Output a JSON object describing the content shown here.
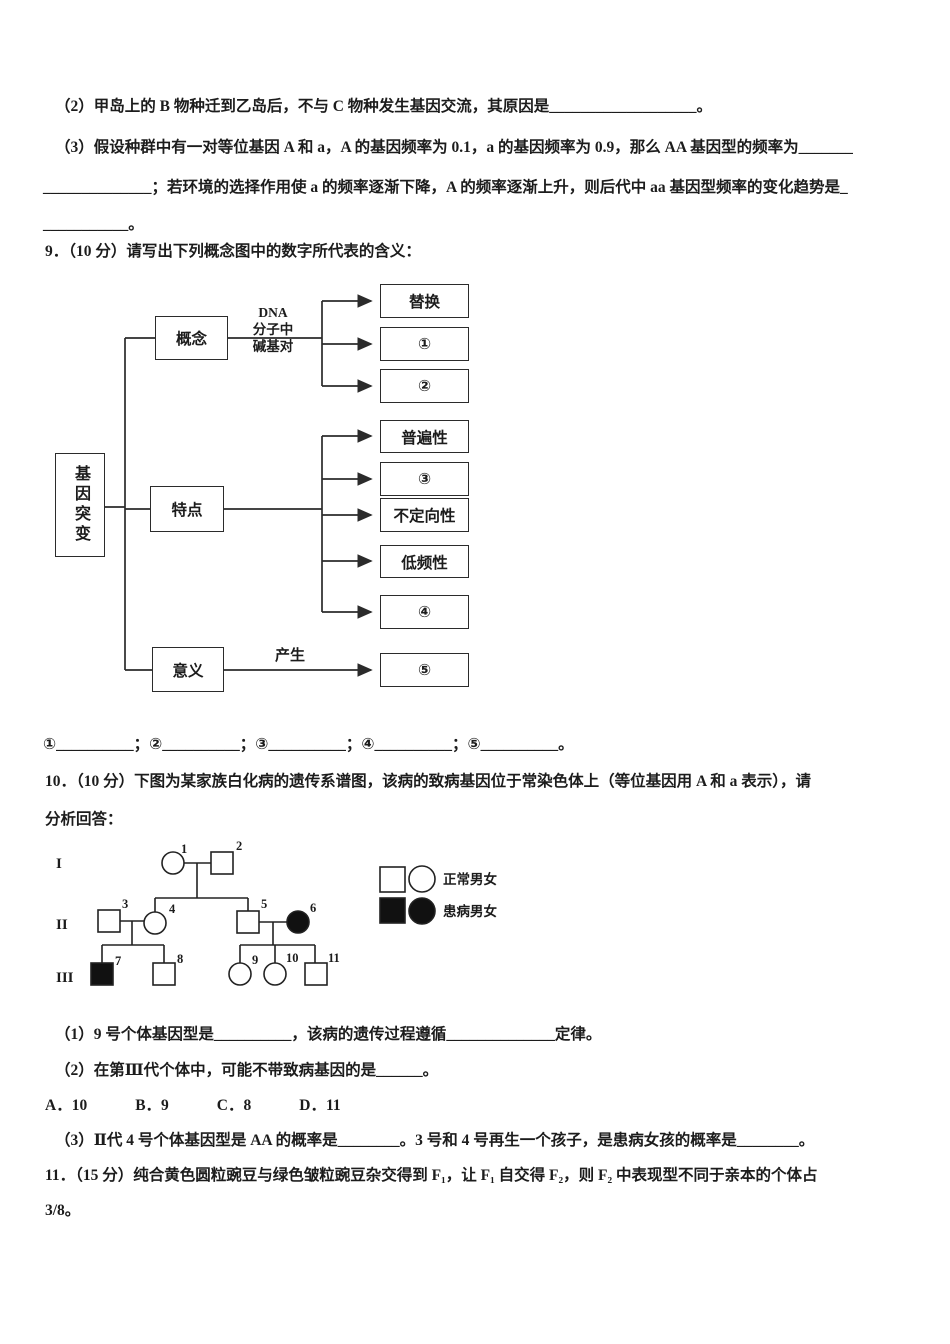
{
  "page": {
    "background": "#ffffff",
    "text_color": "#1c1c1c"
  },
  "questions": {
    "q8_2": "（2）甲岛上的 B 物种迁到乙岛后，不与 C 物种发生基因交流，其原因是___________________。",
    "q8_3_line1": "（3）假设种群中有一对等位基因 A 和 a，A 的基因频率为 0.1，a 的基因频率为 0.9，那么 AA 基因型的频率为_______",
    "q8_3_line2": "______________；若环境的选择作用使 a 的频率逐渐下降，A 的频率逐渐上升，则后代中 aa 基因型频率的变化趋势是_",
    "q8_3_line3": "___________。",
    "q9_stem": "9．（10 分）请写出下列概念图中的数字所代表的含义：",
    "q9_blanks": "①__________；②__________；③__________；④__________；⑤__________。",
    "q10_stem_line1": "10．（10 分）下图为某家族白化病的遗传系谱图，该病的致病基因位于常染色体上（等位基因用 A 和 a 表示），请",
    "q10_stem_line2": "分析回答：",
    "q10_1": "（1）9 号个体基因型是__________，该病的遗传过程遵循______________定律。",
    "q10_2": "（2）在第Ⅲ代个体中，可能不带致病基因的是______。",
    "q10_options": [
      "A．10",
      "B．9",
      "C．8",
      "D．11"
    ],
    "q10_3": "（3）Ⅱ代 4 号个体基因型是 AA 的概率是________。3 号和 4 号再生一个孩子，是患病女孩的概率是________。",
    "q11_line1": "11．（15 分）纯合黄色圆粒豌豆与绿色皱粒豌豆杂交得到 F₁，让 F₁ 自交得 F₂，则 F₂ 中表现型不同于亲本的个体占",
    "q11_line2": "3/8。"
  },
  "concept_map": {
    "root": "基因突变",
    "branches": [
      {
        "label": "概念",
        "edge_label_lines": [
          "DNA",
          "分子中",
          "碱基对"
        ],
        "children": [
          "替换",
          "①",
          "②"
        ]
      },
      {
        "label": "特点",
        "children": [
          "普遍性",
          "③",
          "不定向性",
          "低频性",
          "④"
        ]
      },
      {
        "label": "意义",
        "edge_label": "产生",
        "children": [
          "⑤"
        ]
      }
    ]
  },
  "pedigree": {
    "generation_labels": [
      "I",
      "II",
      "III"
    ],
    "individuals": [
      {
        "id": "1",
        "generation": "I",
        "sex": "female",
        "affected": false
      },
      {
        "id": "2",
        "generation": "I",
        "sex": "male",
        "affected": false
      },
      {
        "id": "3",
        "generation": "II",
        "sex": "male",
        "affected": false
      },
      {
        "id": "4",
        "generation": "II",
        "sex": "female",
        "affected": false
      },
      {
        "id": "5",
        "generation": "II",
        "sex": "male",
        "affected": false
      },
      {
        "id": "6",
        "generation": "II",
        "sex": "female",
        "affected": true
      },
      {
        "id": "7",
        "generation": "III",
        "sex": "male",
        "affected": true
      },
      {
        "id": "8",
        "generation": "III",
        "sex": "male",
        "affected": false
      },
      {
        "id": "9",
        "generation": "III",
        "sex": "female",
        "affected": false
      },
      {
        "id": "10",
        "generation": "III",
        "sex": "female",
        "affected": false
      },
      {
        "id": "11",
        "generation": "III",
        "sex": "male",
        "affected": false
      }
    ],
    "legend": [
      {
        "symbols": [
          "square-empty",
          "circle-empty"
        ],
        "label": "正常男女"
      },
      {
        "symbols": [
          "square-filled",
          "circle-filled"
        ],
        "label": "患病男女"
      }
    ]
  }
}
